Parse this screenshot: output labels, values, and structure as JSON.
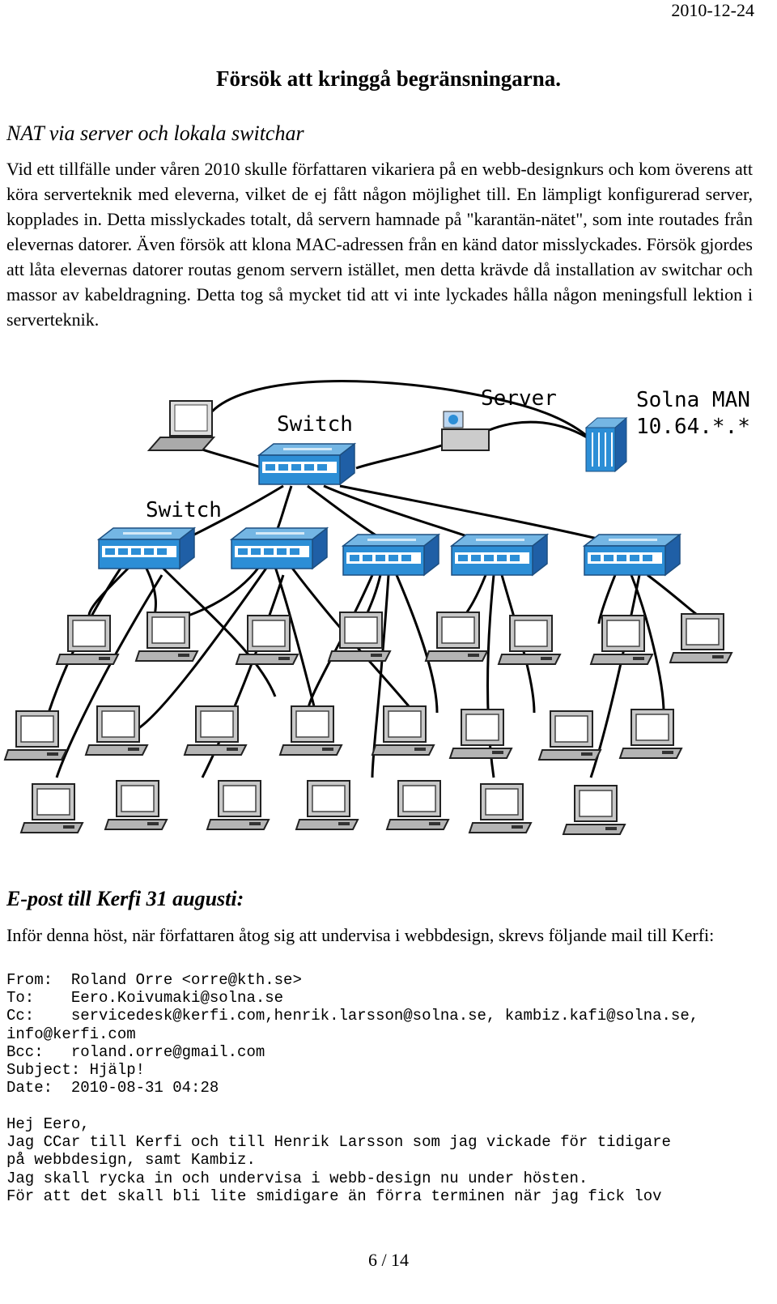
{
  "header": {
    "date": "2010-12-24"
  },
  "page_title": "Försök att kringgå begränsningarna.",
  "section1": {
    "heading": "NAT via server och lokala switchar",
    "paragraph": "Vid ett tillfälle under våren 2010 skulle författaren vikariera på en webb-designkurs och kom överens att köra serverteknik med eleverna, vilket de ej fått någon möjlighet till. En lämpligt konfigurerad server, kopplades in. Detta misslyckades totalt, då servern hamnade på \"karantän-nätet\", som inte routades från elevernas datorer. Även försök att klona MAC-adressen från en känd dator misslyckades. Försök gjordes att låta elevernas datorer routas genom servern istället, men detta krävde då installation av switchar och massor av kabeldragning. Detta tog så mycket tid att vi inte lyckades hålla någon meningsfull lektion i serverteknik."
  },
  "diagram": {
    "label_server": "Server",
    "label_switch_top": "Switch",
    "label_switch_left": "Switch",
    "label_man_line1": "Solna MAN",
    "label_man_line2": "10.64.*.*"
  },
  "section2": {
    "heading": "E-post till Kerfi 31 augusti:",
    "paragraph": "Inför denna höst, när författaren åtog sig att undervisa i webbdesign, skrevs följande mail till Kerfi:",
    "email_headers": "From:  Roland Orre <orre@kth.se>\nTo:    Eero.Koivumaki@solna.se\nCc:    servicedesk@kerfi.com,henrik.larsson@solna.se, kambiz.kafi@solna.se,\ninfo@kerfi.com\nBcc:   roland.orre@gmail.com\nSubject: Hjälp!\nDate:  2010-08-31 04:28",
    "email_body": "Hej Eero,\nJag CCar till Kerfi och till Henrik Larsson som jag vickade för tidigare\npå webbdesign, samt Kambiz.\nJag skall rycka in och undervisa i webb-design nu under hösten.\nFör att det skall bli lite smidigare än förra terminen när jag fick lov"
  },
  "footer": {
    "page_number": "6 / 14"
  }
}
